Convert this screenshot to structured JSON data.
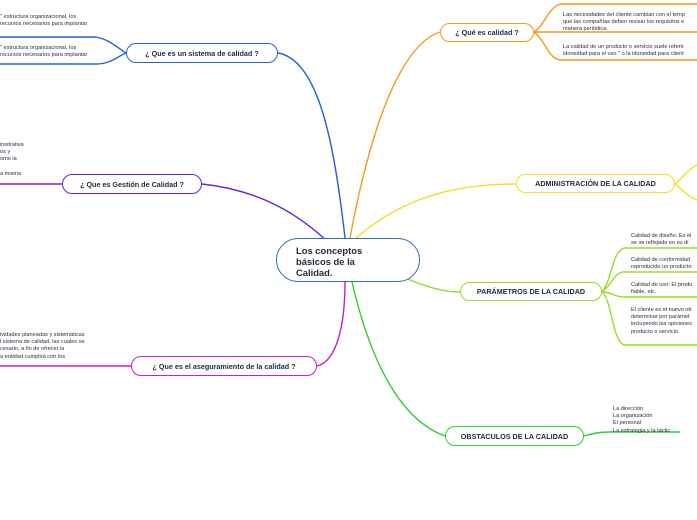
{
  "central": {
    "title": "Los conceptos básicos de la Calidad."
  },
  "topics": {
    "sistema": {
      "label": "¿ Que es un sistema de calidad ?",
      "color": "#2463d6",
      "notes": [
        "\" estructura organizacional, los\nrecursos necesarios para implantar",
        "\" estructura organizacional, los\nrecursos necesarios para implantar"
      ]
    },
    "gestion": {
      "label": "¿ Que es Gestión de Calidad ?",
      "color": "#6a25d6",
      "note": "inistrativa\nos y\nomo la\n\na misma"
    },
    "aseguramiento": {
      "label": "¿ Que es el aseguramiento de la calidad ?",
      "color": "#c61fc9",
      "note": "ividades planeadas y sistemáticas\nl sistema de calidad, las cuales se\ncesario, a fin de ofrecer la\na entidad cumplirá con los"
    },
    "que_es": {
      "label": "¿ Qué es calidad ?",
      "color": "#f39a1d",
      "notes": [
        "Las necesidades del cliente cambian con el temp\nque las compañías deben revisar los requisitos e\nmanera periódica.",
        "La calidad de un producto o servicio suele referir\nidoneidad para el uso \" o la idoneidad para client"
      ]
    },
    "administracion": {
      "label": "ADMINISTRACIÓN DE LA CALIDAD",
      "color": "#f2e01f"
    },
    "parametros": {
      "label": "PARÁMETROS DE LA CALIDAD",
      "color": "#9adb2c",
      "notes": [
        "Calidad de diseño: Es el\nse ve reflejado en su di",
        "Calidad de conformidad\nreproducido un producto",
        "Calidad de uso: El produ\nfiable, etc.",
        "El cliente es el nuevo ob\ndeterminar por parámet\nincluyendo las opiniones\nproducto o servicio."
      ]
    },
    "obstaculos": {
      "label": "OBSTACULOS DE LA CALIDAD",
      "color": "#2fd02f",
      "note": "La dirección\nLa organización\nEl personal\nLa estrategia y la táctic"
    }
  }
}
